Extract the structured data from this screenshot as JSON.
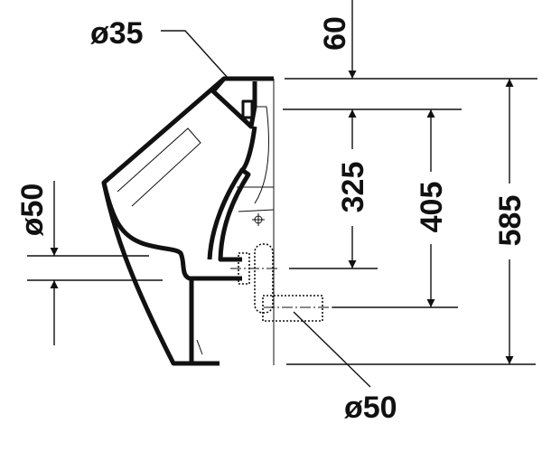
{
  "drawing": {
    "labels": {
      "inlet_diameter": "ø35",
      "top_offset": "60",
      "outlet_height": "325",
      "drain_height": "405",
      "total_height": "585",
      "side_diameter": "ø50",
      "drain_diameter": "ø50"
    }
  }
}
